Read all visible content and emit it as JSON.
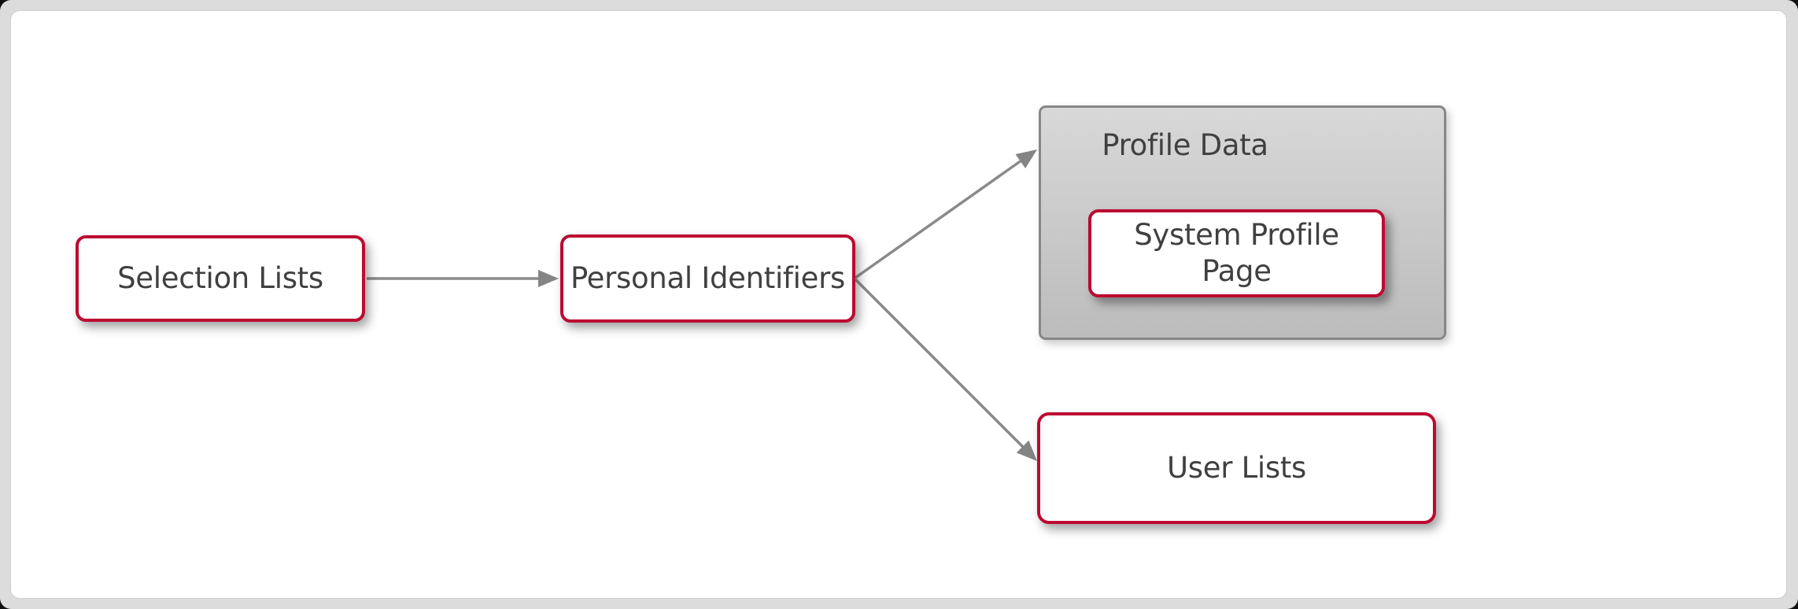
{
  "diagram": {
    "nodes": {
      "selection_lists": {
        "label": "Selection Lists"
      },
      "personal_identifiers": {
        "label": "Personal Identifiers"
      },
      "profile_data": {
        "label": "Profile Data"
      },
      "system_profile_page": {
        "label": "System Profile Page"
      },
      "user_lists": {
        "label": "User Lists"
      }
    },
    "edges": [
      {
        "from": "Selection Lists",
        "to": "Personal Identifiers"
      },
      {
        "from": "Personal Identifiers",
        "to": "Profile Data"
      },
      {
        "from": "Personal Identifiers",
        "to": "User Lists"
      }
    ],
    "colors": {
      "node_border": "#BC0A31",
      "node_fill": "#FFFFFF",
      "text": "#404040",
      "edge": "#8A8A8A",
      "group_border": "#878787",
      "group_fill_top": "#D8D8D8",
      "group_fill_bottom": "#BCBCBC",
      "frame_background": "#DCDCDC",
      "canvas_background": "#FFFFFF"
    }
  }
}
